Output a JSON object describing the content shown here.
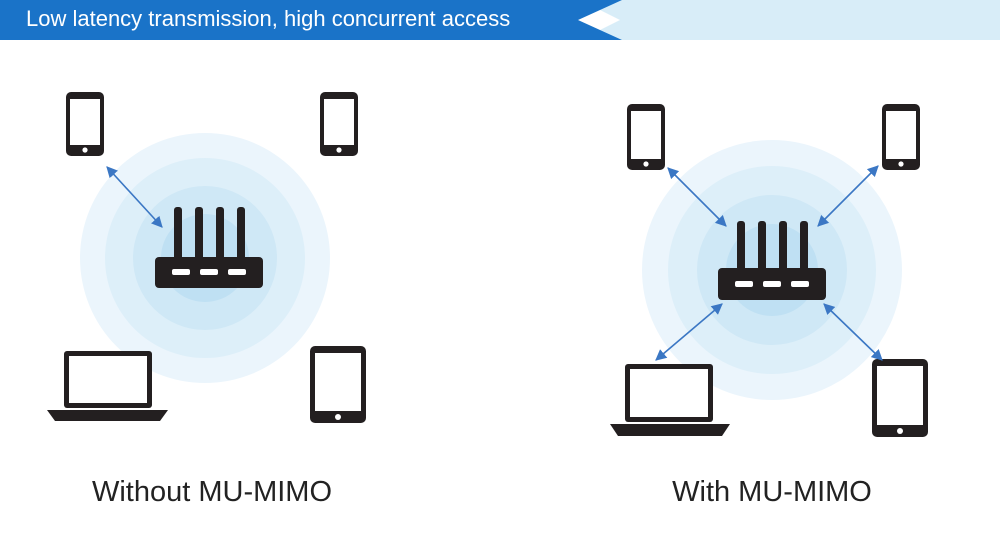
{
  "banner": {
    "title": "Low latency transmission, high concurrent access",
    "color_primary": "#1a73c8",
    "color_secondary": "#d8edf8"
  },
  "panels": [
    {
      "caption": "Without MU-MIMO",
      "icons": [
        "router-icon",
        "phone-icon",
        "phone-icon",
        "laptop-icon",
        "tablet-icon"
      ]
    },
    {
      "caption": "With MU-MIMO",
      "icons": [
        "router-icon",
        "phone-icon",
        "phone-icon",
        "laptop-icon",
        "tablet-icon"
      ]
    }
  ],
  "colors": {
    "signal": "#cde8f7",
    "arrow": "#3b77c4",
    "device": "#231f20"
  }
}
